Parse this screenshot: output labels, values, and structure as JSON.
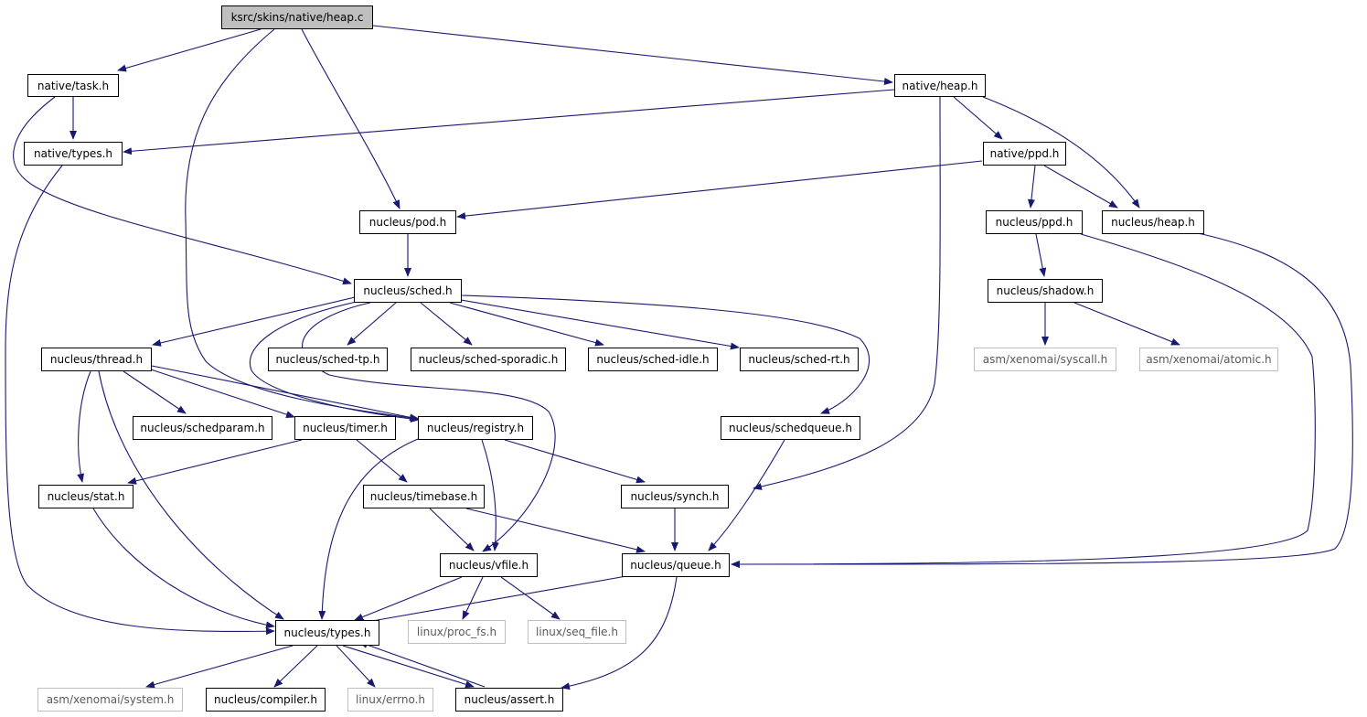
{
  "graph": {
    "edge_color": "#191970",
    "root_fill": "#bfbfbf",
    "external_border": "#bfbfbf",
    "nodes": {
      "root": "ksrc/skins/native/heap.c",
      "native_task": "native/task.h",
      "native_heap": "native/heap.h",
      "native_types": "native/types.h",
      "native_ppd": "native/ppd.h",
      "nucleus_pod": "nucleus/pod.h",
      "nucleus_ppd": "nucleus/ppd.h",
      "nucleus_heap": "nucleus/heap.h",
      "nucleus_sched": "nucleus/sched.h",
      "nucleus_shadow": "nucleus/shadow.h",
      "nucleus_thread": "nucleus/thread.h",
      "nucleus_sched_tp": "nucleus/sched-tp.h",
      "nucleus_sched_sporadic": "nucleus/sched-sporadic.h",
      "nucleus_sched_idle": "nucleus/sched-idle.h",
      "nucleus_sched_rt": "nucleus/sched-rt.h",
      "asm_syscall": "asm/xenomai/syscall.h",
      "asm_atomic": "asm/xenomai/atomic.h",
      "nucleus_schedparam": "nucleus/schedparam.h",
      "nucleus_timer": "nucleus/timer.h",
      "nucleus_registry": "nucleus/registry.h",
      "nucleus_schedqueue": "nucleus/schedqueue.h",
      "nucleus_stat": "nucleus/stat.h",
      "nucleus_timebase": "nucleus/timebase.h",
      "nucleus_synch": "nucleus/synch.h",
      "nucleus_vfile": "nucleus/vfile.h",
      "nucleus_queue": "nucleus/queue.h",
      "nucleus_types": "nucleus/types.h",
      "linux_proc_fs": "linux/proc_fs.h",
      "linux_seq_file": "linux/seq_file.h",
      "asm_system": "asm/xenomai/system.h",
      "nucleus_compiler": "nucleus/compiler.h",
      "linux_errno": "linux/errno.h",
      "nucleus_assert": "nucleus/assert.h"
    },
    "edges": [
      [
        "root",
        "native_task"
      ],
      [
        "root",
        "nucleus_pod"
      ],
      [
        "root",
        "native_heap"
      ],
      [
        "root",
        "nucleus_registry"
      ],
      [
        "native_task",
        "native_types"
      ],
      [
        "native_task",
        "nucleus_sched"
      ],
      [
        "native_heap",
        "native_types"
      ],
      [
        "native_heap",
        "native_ppd"
      ],
      [
        "native_heap",
        "nucleus_heap"
      ],
      [
        "native_heap",
        "nucleus_synch"
      ],
      [
        "native_ppd",
        "nucleus_pod"
      ],
      [
        "native_ppd",
        "nucleus_ppd"
      ],
      [
        "native_ppd",
        "nucleus_heap"
      ],
      [
        "native_types",
        "nucleus_types"
      ],
      [
        "nucleus_pod",
        "nucleus_sched"
      ],
      [
        "nucleus_ppd",
        "nucleus_shadow"
      ],
      [
        "nucleus_ppd",
        "nucleus_queue"
      ],
      [
        "nucleus_heap",
        "nucleus_queue"
      ],
      [
        "nucleus_shadow",
        "asm_syscall"
      ],
      [
        "nucleus_shadow",
        "asm_atomic"
      ],
      [
        "nucleus_sched",
        "nucleus_thread"
      ],
      [
        "nucleus_sched",
        "nucleus_sched_tp"
      ],
      [
        "nucleus_sched",
        "nucleus_sched_sporadic"
      ],
      [
        "nucleus_sched",
        "nucleus_sched_idle"
      ],
      [
        "nucleus_sched",
        "nucleus_sched_rt"
      ],
      [
        "nucleus_sched",
        "nucleus_schedqueue"
      ],
      [
        "nucleus_sched",
        "nucleus_registry"
      ],
      [
        "nucleus_sched",
        "nucleus_vfile"
      ],
      [
        "nucleus_thread",
        "nucleus_schedparam"
      ],
      [
        "nucleus_thread",
        "nucleus_timer"
      ],
      [
        "nucleus_thread",
        "nucleus_registry"
      ],
      [
        "nucleus_thread",
        "nucleus_stat"
      ],
      [
        "nucleus_thread",
        "nucleus_types"
      ],
      [
        "nucleus_timer",
        "nucleus_stat"
      ],
      [
        "nucleus_timer",
        "nucleus_timebase"
      ],
      [
        "nucleus_registry",
        "nucleus_synch"
      ],
      [
        "nucleus_registry",
        "nucleus_vfile"
      ],
      [
        "nucleus_registry",
        "nucleus_types"
      ],
      [
        "nucleus_schedqueue",
        "nucleus_queue"
      ],
      [
        "nucleus_stat",
        "nucleus_types"
      ],
      [
        "nucleus_timebase",
        "nucleus_vfile"
      ],
      [
        "nucleus_timebase",
        "nucleus_queue"
      ],
      [
        "nucleus_synch",
        "nucleus_queue"
      ],
      [
        "nucleus_vfile",
        "nucleus_types"
      ],
      [
        "nucleus_vfile",
        "linux_proc_fs"
      ],
      [
        "nucleus_vfile",
        "linux_seq_file"
      ],
      [
        "nucleus_queue",
        "nucleus_types"
      ],
      [
        "nucleus_queue",
        "nucleus_assert"
      ],
      [
        "nucleus_types",
        "asm_system"
      ],
      [
        "nucleus_types",
        "nucleus_compiler"
      ],
      [
        "nucleus_types",
        "linux_errno"
      ],
      [
        "nucleus_types",
        "nucleus_assert"
      ],
      [
        "nucleus_assert",
        "nucleus_types"
      ]
    ]
  }
}
